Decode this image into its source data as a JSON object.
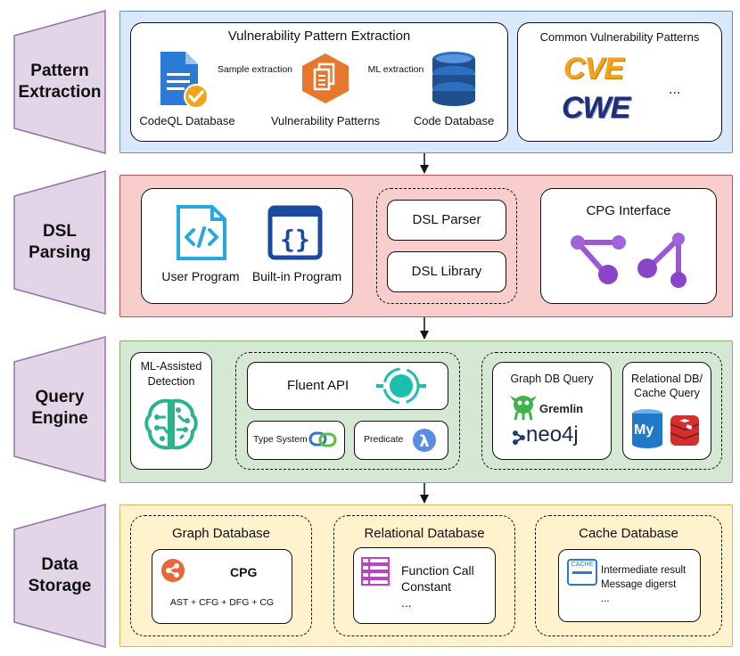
{
  "layers": {
    "pattern": {
      "label_line1": "Pattern",
      "label_line2": "Extraction",
      "vpe_title": "Vulnerability Pattern Extraction",
      "codeql": "CodeQL Database",
      "sample_extraction": "Sample extraction",
      "vuln_patterns": "Vulnerability Patterns",
      "ml_extraction": "ML extraction",
      "code_db": "Code Database",
      "cvp_title": "Common Vulnerability Patterns",
      "cve": "CVE",
      "cwe": "CWE",
      "ellipsis": "..."
    },
    "dsl": {
      "label_line1": "DSL",
      "label_line2": "Parsing",
      "user_program": "User Program",
      "builtin_program": "Built-in Program",
      "dsl_parser": "DSL Parser",
      "dsl_library": "DSL Library",
      "cpg_interface": "CPG Interface"
    },
    "query": {
      "label_line1": "Query",
      "label_line2": "Engine",
      "ml_line1": "ML-Assisted",
      "ml_line2": "Detection",
      "fluent_api": "Fluent API",
      "type_system": "Type System",
      "predicate": "Predicate",
      "graph_db_query": "Graph DB Query",
      "gremlin": "Gremlin",
      "neo4j": "neo4j",
      "rel_line1": "Relational DB/",
      "rel_line2": "Cache Query",
      "mysql": "My"
    },
    "storage": {
      "label_line1": "Data",
      "label_line2": "Storage",
      "graph_db": "Graph Database",
      "cpg": "CPG",
      "cpg_parts": "AST + CFG + DFG + CG",
      "rel_db": "Relational Database",
      "function_call": "Function Call",
      "constant": "Constant",
      "rel_ellipsis": "...",
      "cache_db": "Cache Database",
      "cache_icon": "CACHE",
      "intermediate": "Intermediate result",
      "message": "Message digerst",
      "cache_ellipsis": "..."
    }
  },
  "colors": {
    "pattern_bg": "#dae8fc",
    "pattern_border": "#6c8ebf",
    "dsl_bg": "#f8cecc",
    "dsl_border": "#b85450",
    "query_bg": "#d5e8d4",
    "query_border": "#82b366",
    "storage_bg": "#fff2cc",
    "storage_border": "#d6b656",
    "side_label": "#e1d5e7",
    "side_label_border": "#9673a6"
  }
}
